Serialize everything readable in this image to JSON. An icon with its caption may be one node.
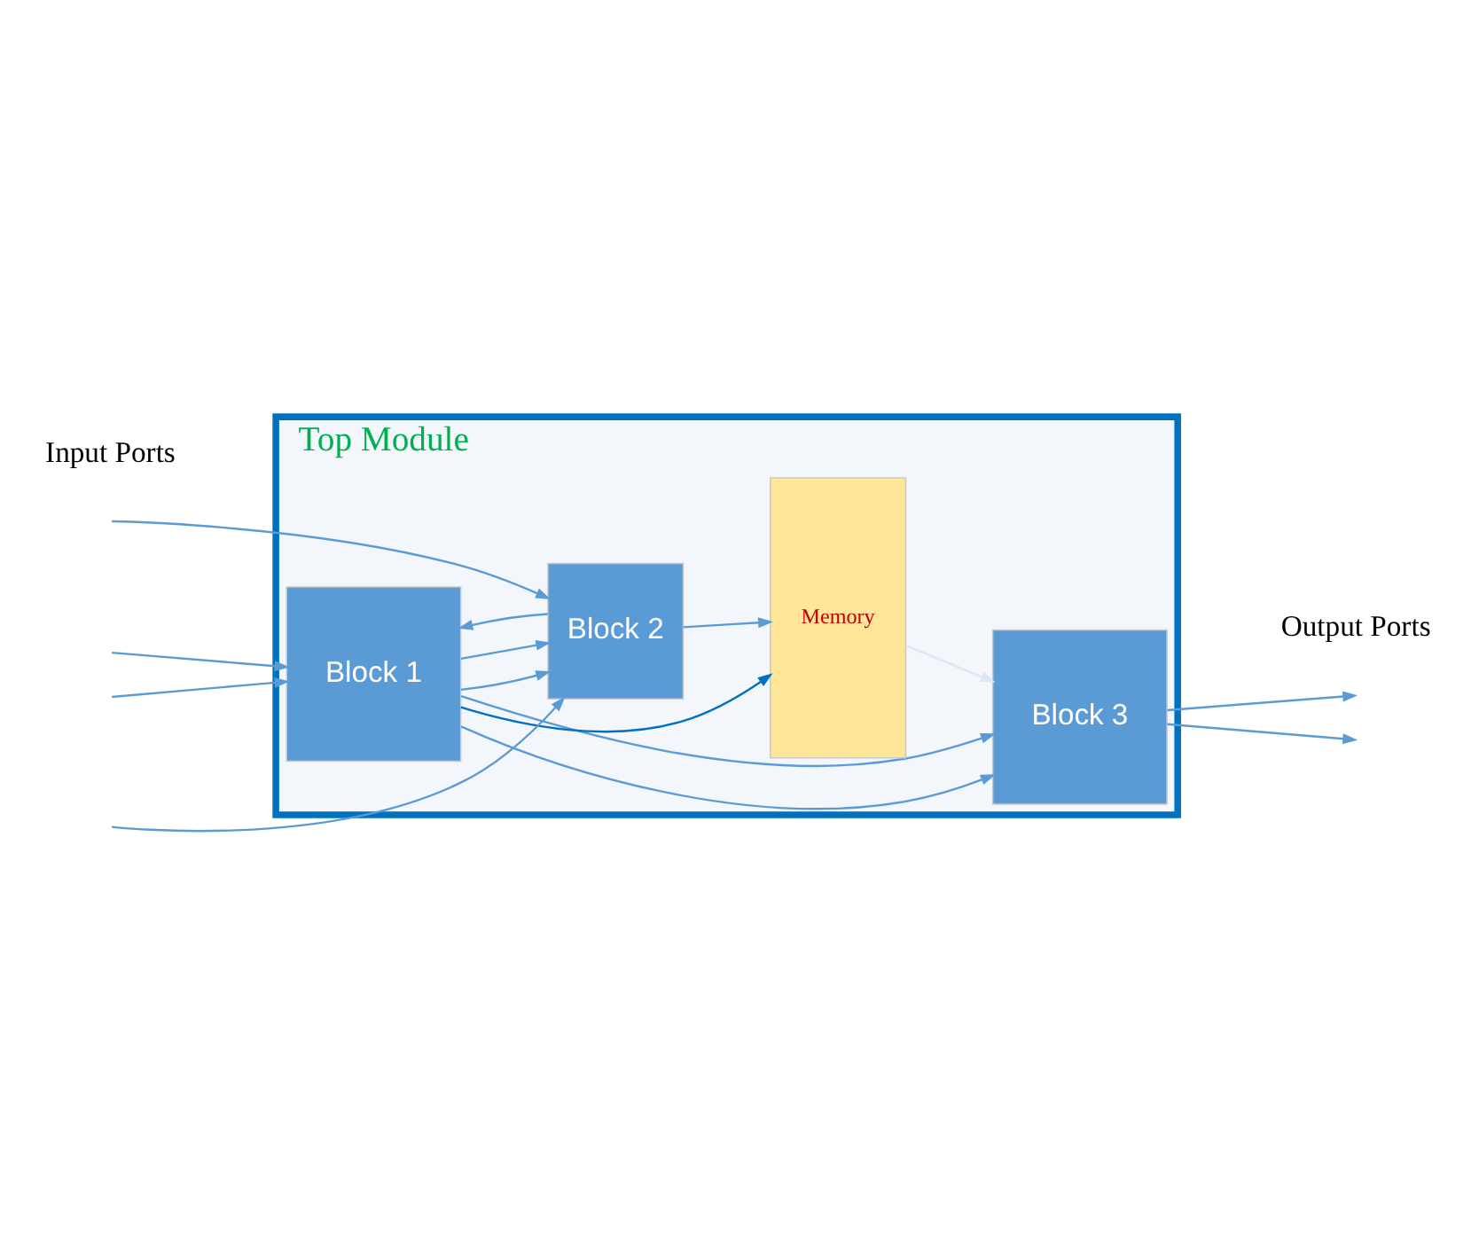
{
  "diagram": {
    "nodes": [
      {
        "text": [
          "Top Module"
        ]
      },
      {
        "text": [
          "Block 1"
        ],
        "in": 0
      },
      {
        "text": [
          "Block 3"
        ],
        "in": 0
      },
      {
        "text": [
          "Memory"
        ],
        "in": 0
      },
      {
        "text": [
          "Block 2"
        ],
        "in": 0
      }
    ],
    "edges": [
      {
        "from": null,
        "to": 1,
        "arrow": "to"
      },
      {
        "from": null,
        "to": 1,
        "arrow": "to"
      },
      {
        "from": null,
        "to": 4,
        "arrow": "to"
      },
      {
        "from": null,
        "to": 4,
        "arrow": "to"
      },
      {
        "from": 1,
        "to": 2,
        "arrow": "to"
      },
      {
        "from": 1,
        "to": 2,
        "arrow": "to"
      },
      {
        "from": 1,
        "to": 3,
        "arrow": "to",
        "color": "#0070c0"
      },
      {
        "from": 1,
        "to": 4,
        "arrow": "to"
      },
      {
        "from": 1,
        "to": 4,
        "arrow": "to"
      },
      {
        "from": 4,
        "to": 1,
        "arrow": "to"
      },
      {
        "from": 4,
        "to": 3,
        "arrow": "to"
      },
      {
        "from": 3,
        "to": 2,
        "arrow": "to",
        "color": "#dde6f3"
      },
      {
        "from": 2,
        "to": null,
        "arrow": "to"
      },
      {
        "from": 2,
        "to": null,
        "arrow": "to"
      }
    ],
    "labels": [
      "Input Ports",
      "Output Ports"
    ]
  }
}
